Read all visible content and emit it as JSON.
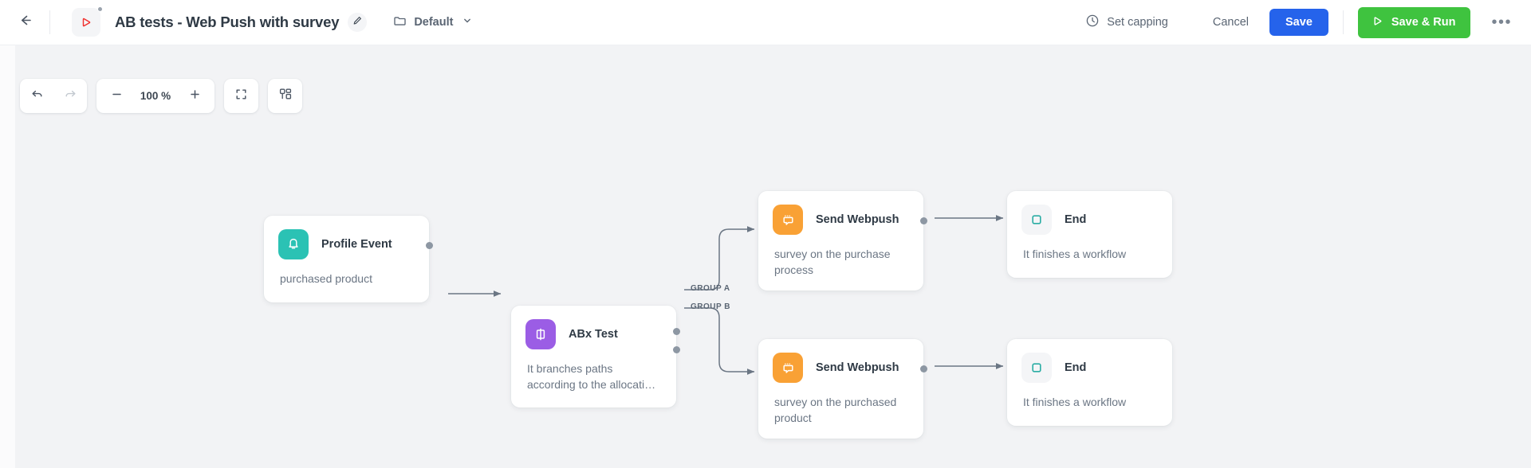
{
  "header": {
    "back_icon": "arrow-left-icon",
    "doc_icon": "play-outline-red-icon",
    "title": "AB tests - Web Push with survey",
    "edit_icon": "pencil-icon",
    "folder_icon": "folder-icon",
    "folder_value": "Default",
    "folder_chevron": "chevron-down-icon",
    "capping_icon": "clock-icon",
    "capping_label": "Set capping",
    "cancel_label": "Cancel",
    "save_label": "Save",
    "save_run_icon": "play-icon",
    "save_run_label": "Save & Run",
    "kebab_label": "•••",
    "save_color": "#2563eb",
    "save_run_color": "#3fc33f"
  },
  "toolbar": {
    "undo_icon": "undo-arrow-icon",
    "redo_icon": "redo-arrow-icon",
    "zoom_out_icon": "minus-icon",
    "zoom_value": "100 %",
    "zoom_in_icon": "plus-icon",
    "fit_icon": "fullscreen-icon",
    "layout_icon": "auto-layout-icon"
  },
  "canvas": {
    "background": "#f2f3f5",
    "nodes": [
      {
        "id": "profile-event",
        "icon": "bell-icon",
        "icon_color": "#2bc2b4",
        "title": "Profile Event",
        "description": "purchased product"
      },
      {
        "id": "abx-test",
        "icon": "ab-split-icon",
        "icon_color": "#9b5de5",
        "title": "ABx Test",
        "description": "It branches paths according to the allocati…",
        "output_labels": [
          "GROUP A",
          "GROUP B"
        ]
      },
      {
        "id": "send-webpush-a",
        "icon": "webpush-bubble-icon",
        "icon_color": "#f9a135",
        "title": "Send Webpush",
        "description": "survey on the purchase process"
      },
      {
        "id": "end-a",
        "icon": "stop-square-icon",
        "icon_color": "#f4f5f7",
        "title": "End",
        "description": "It finishes a workflow"
      },
      {
        "id": "send-webpush-b",
        "icon": "webpush-bubble-icon",
        "icon_color": "#f9a135",
        "title": "Send Webpush",
        "description": "survey on the purchased product"
      },
      {
        "id": "end-b",
        "icon": "stop-square-icon",
        "icon_color": "#f4f5f7",
        "title": "End",
        "description": "It finishes a workflow"
      }
    ]
  }
}
